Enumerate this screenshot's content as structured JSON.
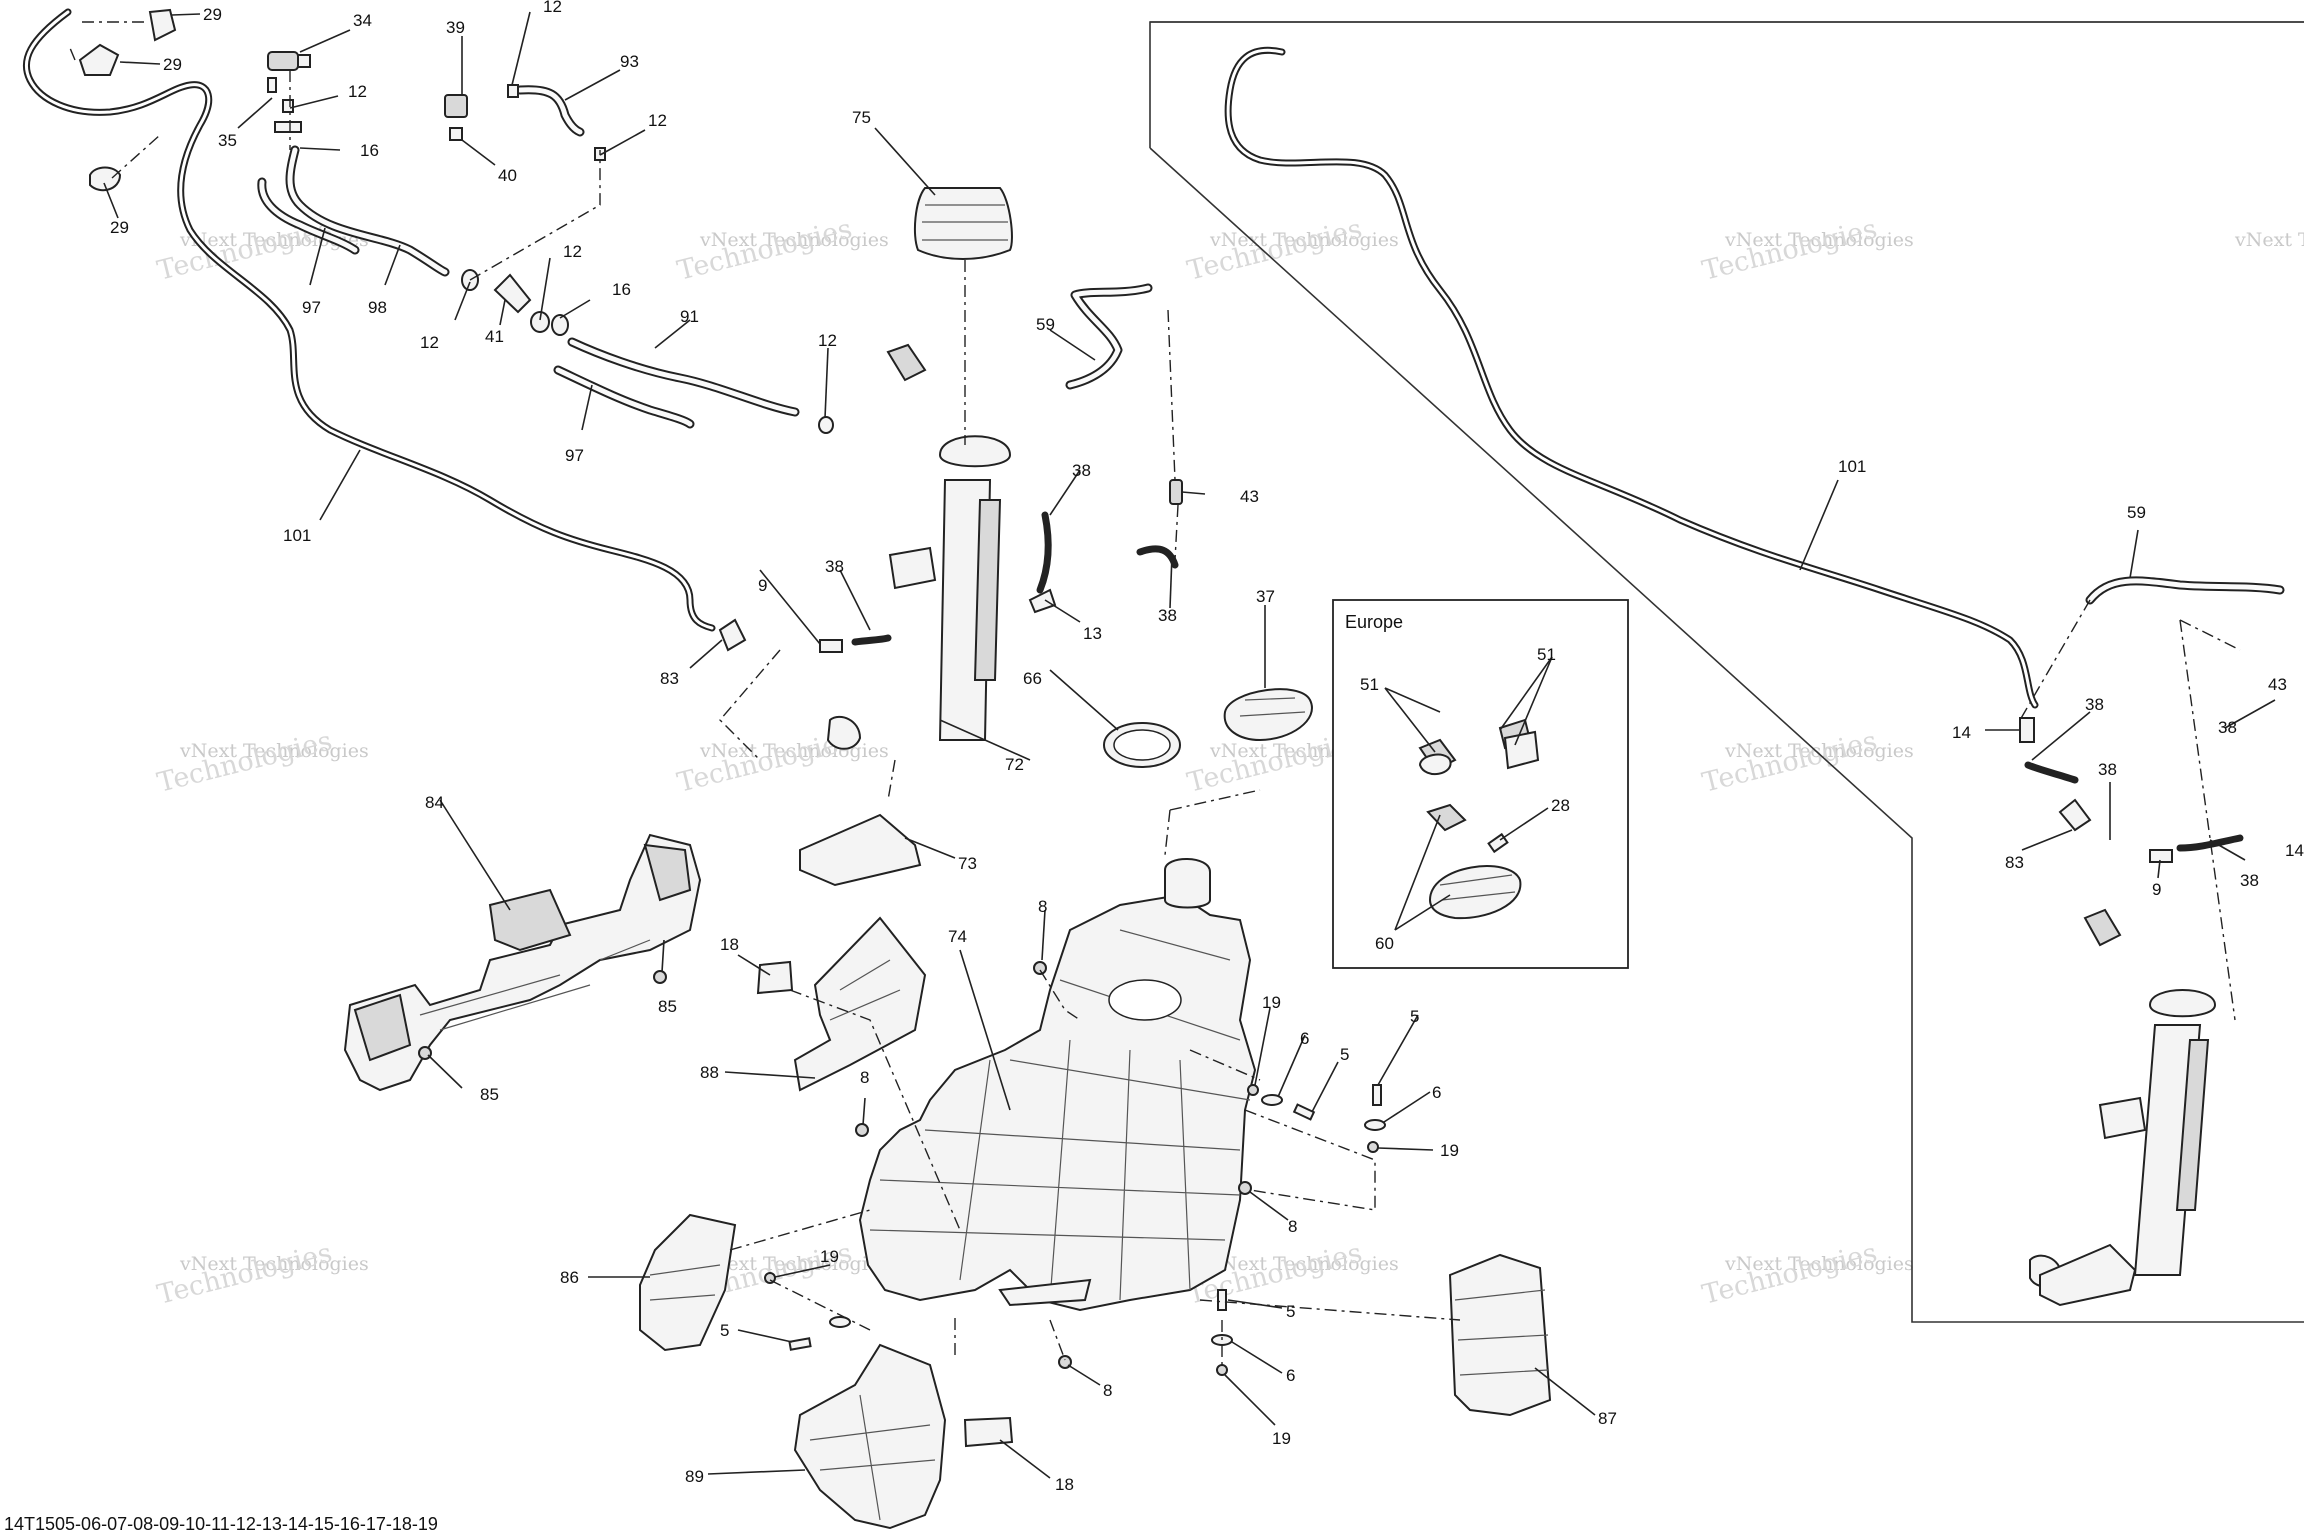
{
  "diagram": {
    "reference_code": "14T1505-06-07-08-09-10-11-12-13-14-15-16-17-18-19",
    "inset_title": "Europe",
    "watermark": {
      "line1": "vNext Technologies",
      "line2": "Technologies",
      "line3": "vNext"
    },
    "callouts": {
      "c29a": "29",
      "c29b": "29",
      "c29c": "29",
      "c34": "34",
      "c39": "39",
      "c12a": "12",
      "c93": "93",
      "c12b": "12",
      "c35": "35",
      "c16a": "16",
      "c40": "40",
      "c12c": "12",
      "c75": "75",
      "c97a": "97",
      "c98": "98",
      "c12d": "12",
      "c41": "41",
      "c12e": "12",
      "c16b": "16",
      "c91": "91",
      "c97b": "97",
      "c12f": "12",
      "c59a": "59",
      "c38a": "38",
      "c43a": "43",
      "c101a": "101",
      "c9a": "9",
      "c38b": "38",
      "c13": "13",
      "c38c": "38",
      "c83a": "83",
      "c37": "37",
      "c66": "66",
      "c72": "72",
      "c73": "73",
      "c51a": "51",
      "c51b": "51",
      "c28": "28",
      "c60": "60",
      "c84": "84",
      "c85a": "85",
      "c85b": "85",
      "c8a": "8",
      "c18a": "18",
      "c74": "74",
      "c88": "88",
      "c19a": "19",
      "c6a": "6",
      "c5a": "5",
      "c5b": "5",
      "c6b": "6",
      "c19b": "19",
      "c8b": "8",
      "c8c": "8",
      "c86": "86",
      "c19c": "19",
      "c5c": "5",
      "c5d": "5",
      "c6c": "6",
      "c19d": "19",
      "c8d": "8",
      "c87": "87",
      "c89": "89",
      "c18b": "18",
      "c101b": "101",
      "c59b": "59",
      "c14a": "14",
      "c38d": "38",
      "c38e": "38",
      "c38f": "38",
      "c43b": "43",
      "c83b": "83",
      "c9b": "9",
      "c38g": "38",
      "c14b": "14"
    }
  }
}
